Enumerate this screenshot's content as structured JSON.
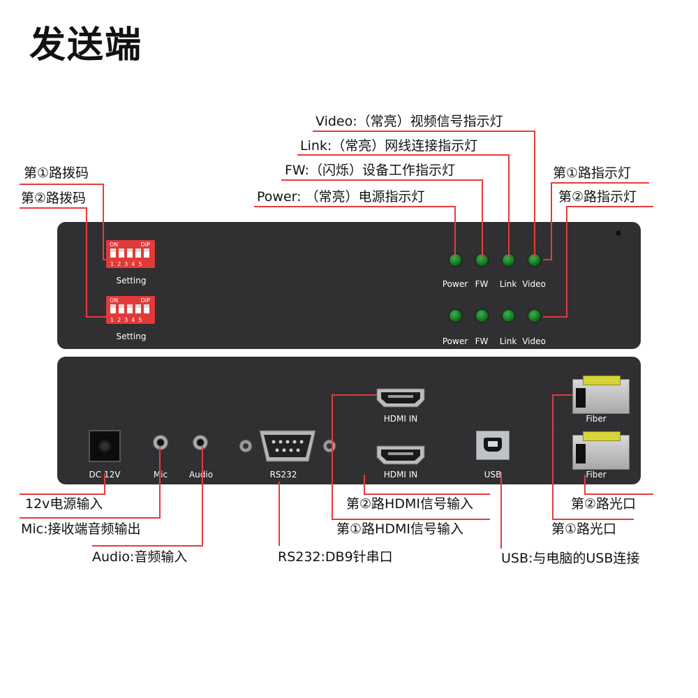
{
  "title": "发送端",
  "callouts": {
    "video_led": "Video:（常亮）视频信号指示灯",
    "link_led": "Link:（常亮）网线连接指示灯",
    "fw_led": "FW:（闪烁）设备工作指示灯",
    "power_led": "Power: （常亮）电源指示灯",
    "ch1_dip": "第①路拨码",
    "ch2_dip": "第②路拨码",
    "ch1_indicator": "第①路指示灯",
    "ch2_indicator": "第②路指示灯",
    "dc_input": "12v电源输入",
    "mic": "Mic:接收端音频输出",
    "audio": "Audio:音频输入",
    "rs232": "RS232:DB9针串口",
    "hdmi2": "第②路HDMI信号输入",
    "hdmi1": "第①路HDMI信号输入",
    "usb": "USB:与电脑的USB连接",
    "fiber2": "第②路光口",
    "fiber1": "第①路光口"
  },
  "front_panel": {
    "dip_on": "ON",
    "dip_dip": "DIP",
    "dip_numbers": "12345",
    "setting_label": "Setting",
    "led_labels": [
      "Power",
      "FW",
      "Link",
      "Video"
    ]
  },
  "rear_panel": {
    "hdmi_label": "HDMI IN",
    "fiber_label": "Fiber",
    "usb_label": "USB",
    "rs232_label": "RS232",
    "dc_label": "DC 12V",
    "mic_label": "Mic",
    "audio_label": "Audio"
  },
  "colors": {
    "panel": "#2c2c2e",
    "leader_line": "#e83a3a",
    "led": "#1f8a2e",
    "dip_switch": "#e23a3a"
  }
}
